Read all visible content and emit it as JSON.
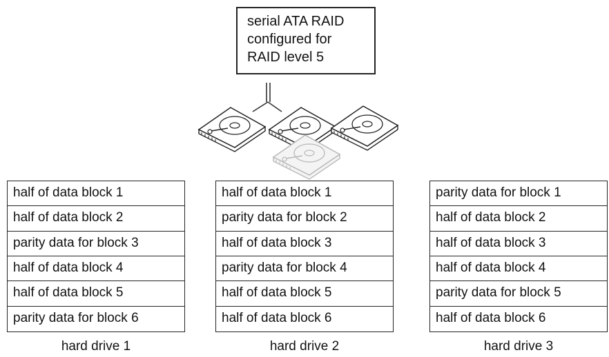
{
  "controller": {
    "lines": [
      "serial ATA RAID",
      "configured for",
      "RAID level 5"
    ]
  },
  "drive_icons": [
    "hard-drive-icon",
    "hard-drive-icon",
    "hard-drive-icon",
    "spare-hard-drive-icon"
  ],
  "drives": [
    {
      "caption": "hard drive 1",
      "blocks": [
        "half of data block 1",
        "half of data block 2",
        "parity data for block 3",
        "half of data block 4",
        "half of data block 5",
        "parity data for block 6"
      ]
    },
    {
      "caption": "hard drive 2",
      "blocks": [
        "half of data block 1",
        "parity data for block 2",
        "half of data block 3",
        "parity data for block 4",
        "half of data block 5",
        "half of data block 6"
      ]
    },
    {
      "caption": "hard drive 3",
      "blocks": [
        "parity data for block 1",
        "half of data block 2",
        "half of data block 3",
        "half of data block 4",
        "parity data for block 5",
        "half of data block 6"
      ]
    }
  ]
}
